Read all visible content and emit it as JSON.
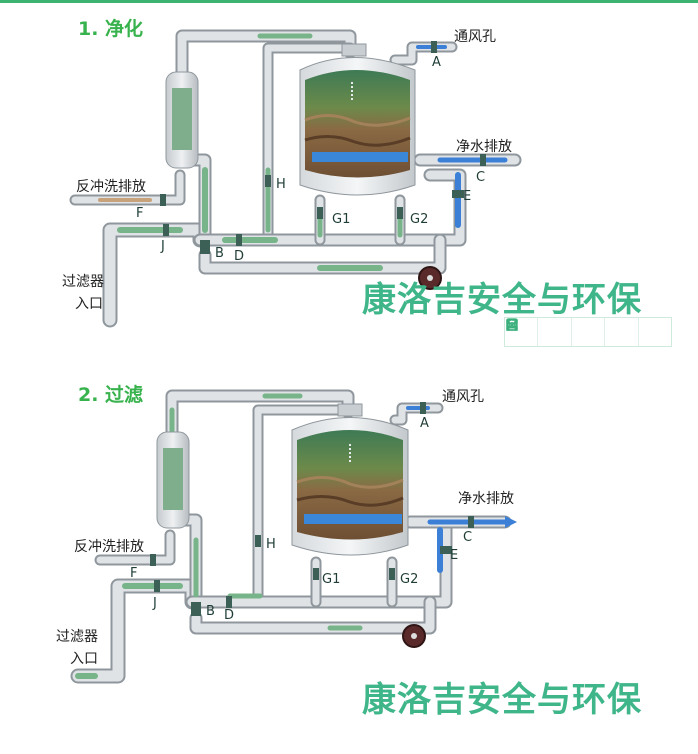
{
  "panels": [
    {
      "title": "1. 净化",
      "labels": {
        "vent": "通风孔",
        "clean_out": "净水排放",
        "backwash": "反冲洗排放",
        "inlet_1": "过滤器",
        "inlet_2": "入口"
      },
      "valves": {
        "A": "A",
        "B": "B",
        "C": "C",
        "D": "D",
        "E": "E",
        "F": "F",
        "G1": "G1",
        "G2": "G2",
        "H": "H",
        "J": "J"
      },
      "watermark": "康洛吉安全与环保"
    },
    {
      "title": "2. 过滤",
      "labels": {
        "vent": "通风孔",
        "clean_out": "净水排放",
        "backwash": "反冲洗排放",
        "inlet_1": "过滤器",
        "inlet_2": "入口"
      },
      "valves": {
        "A": "A",
        "B": "B",
        "C": "C",
        "D": "D",
        "E": "E",
        "F": "F",
        "G1": "G1",
        "G2": "G2",
        "H": "H",
        "J": "J"
      },
      "watermark": "康洛吉安全与环保"
    }
  ],
  "toolbar": {
    "icons": [
      "copy-icon",
      "expand-icon",
      "save-icon",
      "share-icon",
      "settings-icon"
    ]
  },
  "colors": {
    "pipe": "#c9ced3",
    "pipe_edge": "#8f979d",
    "flow_green": "#78b48a",
    "flow_blue": "#3b7fd6",
    "accent": "#37b24d"
  }
}
